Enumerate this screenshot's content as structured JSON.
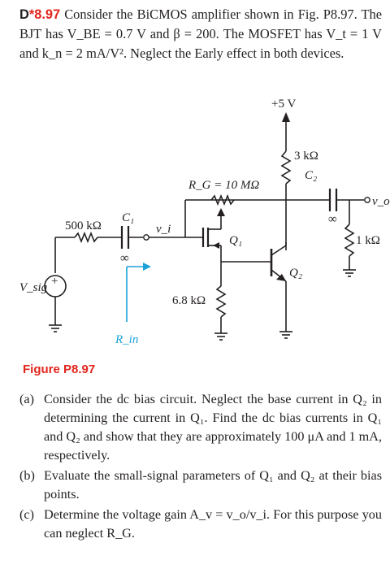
{
  "problem": {
    "prefix": "D",
    "number": "*8.97",
    "text_lines": [
      "Consider the BiCMOS amplifier shown in",
      "Fig. P8.97. The BJT has V_BE = 0.7 V and β = 200. The",
      "MOSFET has V_t = 1 V and k_n = 2 mA/V². Neglect the Early",
      "effect in both devices."
    ]
  },
  "circuit": {
    "supply_label": "+5 V",
    "rc_label": "3 kΩ",
    "c2_label": "C₂",
    "rg_label": "R_G = 10 MΩ",
    "c2_value": "∞",
    "vo_label": "v_o",
    "rs_label": "500 kΩ",
    "c1_label": "C₁",
    "vi_label": "v_i",
    "c1_value": "∞",
    "q1_label": "Q₁",
    "rl_label": "1 kΩ",
    "q2_label": "Q₂",
    "source_label": "V_sig",
    "source_sign": "+",
    "rs2_label": "6.8 kΩ",
    "rin_label": "R_in"
  },
  "figure": {
    "label": "Figure P8.97"
  },
  "parts": [
    {
      "tag": "(a)",
      "text": "Consider the dc bias circuit. Neglect the base current in Q₂ in determining the current in Q₁. Find the dc bias currents in Q₁ and Q₂ and show that they are approximately 100 μA and 1 mA, respectively."
    },
    {
      "tag": "(b)",
      "text": "Evaluate the small-signal parameters of Q₁ and Q₂ at their bias points."
    },
    {
      "tag": "(c)",
      "text": "Determine the voltage gain A_v = v_o/v_i. For this purpose you can neglect R_G."
    }
  ]
}
